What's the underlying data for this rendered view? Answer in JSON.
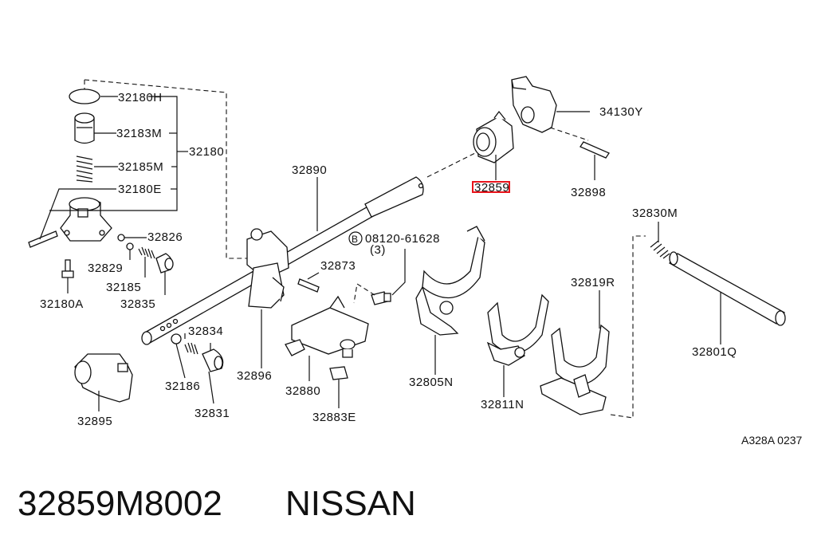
{
  "diagram": {
    "part_labels": [
      {
        "text": "32180H"
      },
      {
        "text": "32183M"
      },
      {
        "text": "32185M"
      },
      {
        "text": "32180E"
      },
      {
        "text": "32180"
      },
      {
        "text": "32826"
      },
      {
        "text": "32829"
      },
      {
        "text": "32185"
      },
      {
        "text": "32835"
      },
      {
        "text": "32180A"
      },
      {
        "text": "32890"
      },
      {
        "text": "32873"
      },
      {
        "text": "08120-61628"
      },
      {
        "text": "(3)"
      },
      {
        "text": "32834"
      },
      {
        "text": "32186"
      },
      {
        "text": "32831"
      },
      {
        "text": "32895"
      },
      {
        "text": "32896"
      },
      {
        "text": "32880"
      },
      {
        "text": "32883E"
      },
      {
        "text": "32805N"
      },
      {
        "text": "32811N"
      },
      {
        "text": "32819R"
      },
      {
        "text": "32830M"
      },
      {
        "text": "32801Q"
      },
      {
        "text": "34130Y"
      },
      {
        "text": "32898"
      },
      {
        "text": "32859"
      }
    ],
    "bolt_symbol": "B",
    "reference_code": "A328A 0237",
    "highlight_color": "#e8141b"
  },
  "caption": {
    "part_number": "32859M8002",
    "brand": "NISSAN"
  }
}
